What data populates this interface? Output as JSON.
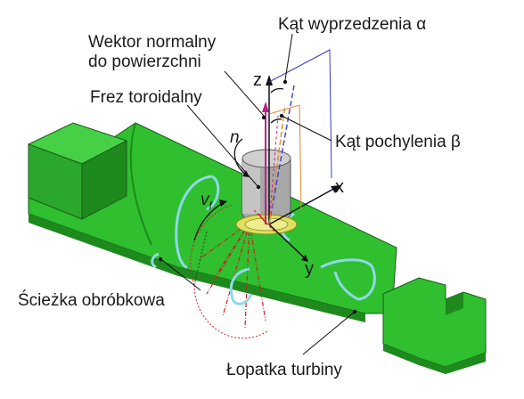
{
  "labels": {
    "lead_angle": "Kąt wyprzedzenia α",
    "normal_line1": "Wektor normalny",
    "normal_line2": "do powierzchni",
    "toroidal_cutter": "Frez toroidalny",
    "tilt_angle": "Kąt pochylenia β",
    "n_vector": "n",
    "vf": "v",
    "vf_sub": "f",
    "axis_x": "x",
    "axis_y": "y",
    "axis_z": "z",
    "toolpath": "Ścieżka obróbkowa",
    "blade": "Łopatka turbiny"
  },
  "colors": {
    "blade_green": "#2fbf2f",
    "blade_dark": "#1e8a1e",
    "toolpath_cyan": "#8fd8e8",
    "normal_magenta": "#c0208a",
    "lead_blue": "#3a3ad0",
    "tilt_orange": "#e08a2a",
    "cutter_gray": "#a8a8a8",
    "insert_yellow": "#e0e060",
    "sweep_red": "#d02020"
  }
}
